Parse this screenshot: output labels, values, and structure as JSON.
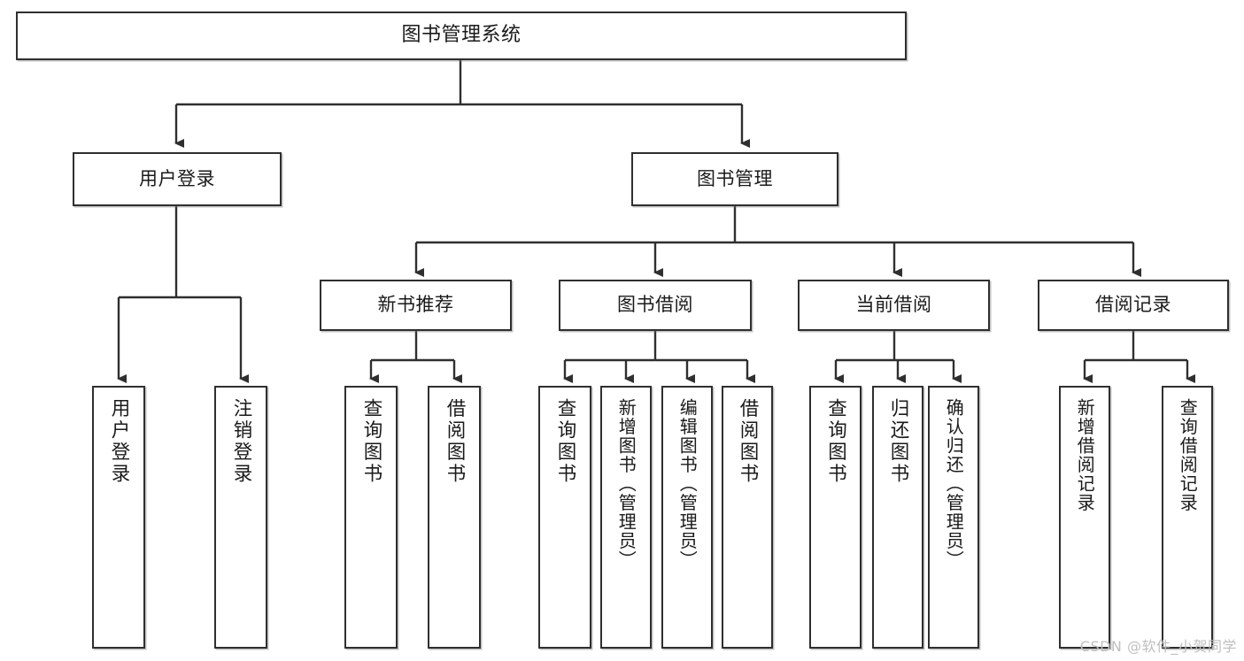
{
  "diagram": {
    "type": "hierarchy-tree",
    "title": "图书管理系统",
    "root": {
      "label": "图书管理系统"
    },
    "level1": [
      {
        "label": "用户登录"
      },
      {
        "label": "图书管理"
      }
    ],
    "level2": [
      {
        "label": "新书推荐",
        "parent": "图书管理"
      },
      {
        "label": "图书借阅",
        "parent": "图书管理"
      },
      {
        "label": "当前借阅",
        "parent": "图书管理"
      },
      {
        "label": "借阅记录",
        "parent": "图书管理"
      }
    ],
    "leaves": {
      "user_login": [
        {
          "label": "用户登录"
        },
        {
          "label": "注销登录"
        }
      ],
      "new_book": [
        {
          "label": "查询图书"
        },
        {
          "label": "借阅图书"
        }
      ],
      "book_borrow": [
        {
          "label": "查询图书"
        },
        {
          "label": "新增图书（管理员）"
        },
        {
          "label": "编辑图书（管理员）"
        },
        {
          "label": "借阅图书"
        }
      ],
      "current_borrow": [
        {
          "label": "查询图书"
        },
        {
          "label": "归还图书"
        },
        {
          "label": "确认归还（管理员）"
        }
      ],
      "borrow_record": [
        {
          "label": "新增借阅记录"
        },
        {
          "label": "查询借阅记录"
        }
      ]
    }
  },
  "watermark": {
    "text": "CSDN @软件_小贺同学"
  },
  "colors": {
    "stroke": "#2f2f2f",
    "text": "#1a1a1a",
    "background": "#ffffff",
    "watermark": "#bfbfbf"
  }
}
